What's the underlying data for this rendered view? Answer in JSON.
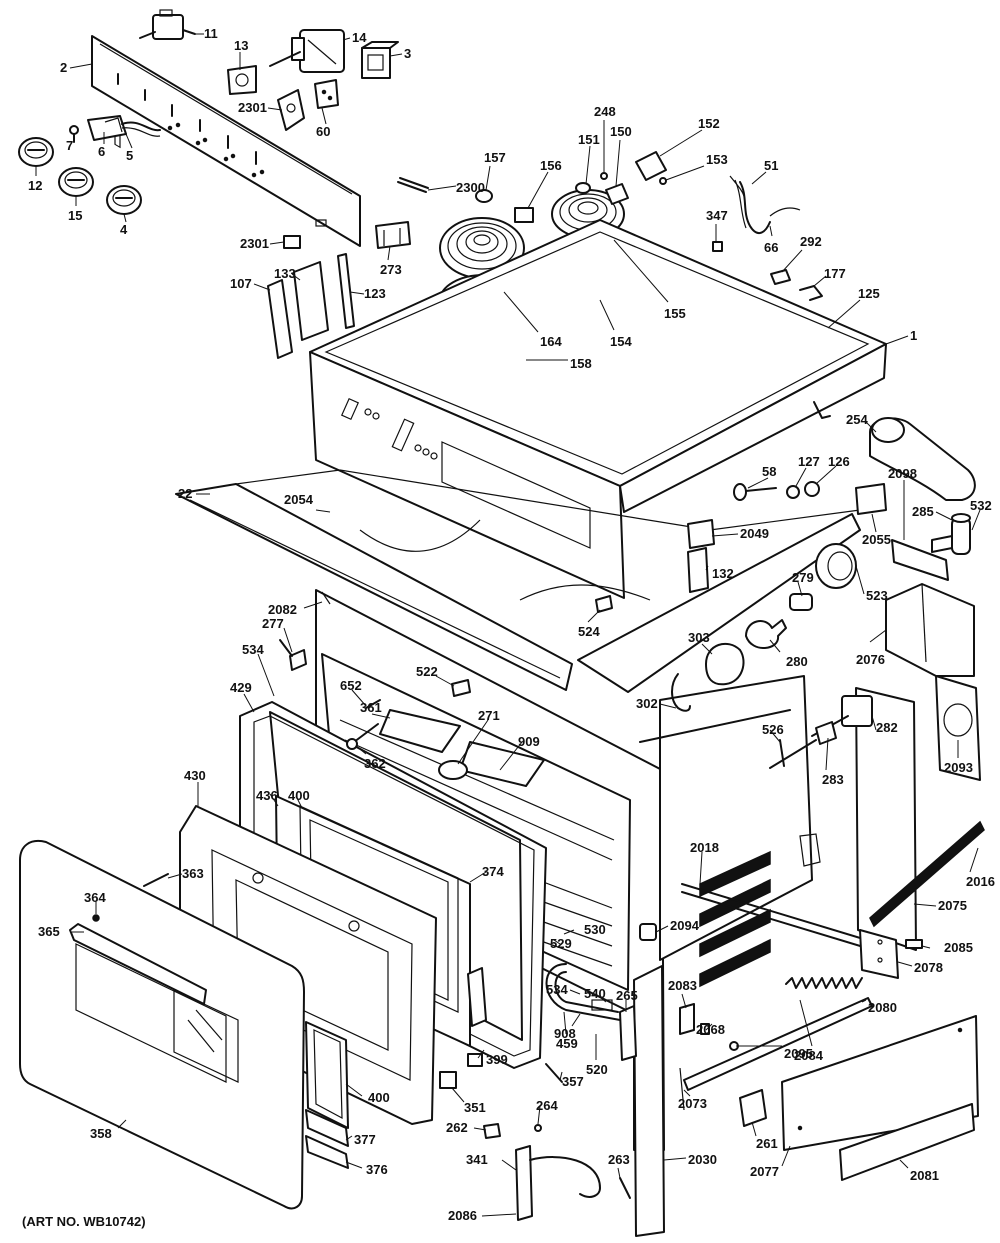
{
  "art_number": "(ART NO. WB10742)",
  "callouts": [
    {
      "id": "c11",
      "text": "11"
    },
    {
      "id": "c14",
      "text": "14"
    },
    {
      "id": "c3",
      "text": "3"
    },
    {
      "id": "c2",
      "text": "2"
    },
    {
      "id": "c13",
      "text": "13"
    },
    {
      "id": "c2301a",
      "text": "2301"
    },
    {
      "id": "c60",
      "text": "60"
    },
    {
      "id": "c7",
      "text": "7"
    },
    {
      "id": "c6",
      "text": "6"
    },
    {
      "id": "c5",
      "text": "5"
    },
    {
      "id": "c12",
      "text": "12"
    },
    {
      "id": "c15",
      "text": "15"
    },
    {
      "id": "c4",
      "text": "4"
    },
    {
      "id": "c248",
      "text": "248"
    },
    {
      "id": "c151",
      "text": "151"
    },
    {
      "id": "c150",
      "text": "150"
    },
    {
      "id": "c152",
      "text": "152"
    },
    {
      "id": "c157",
      "text": "157"
    },
    {
      "id": "c156",
      "text": "156"
    },
    {
      "id": "c153",
      "text": "153"
    },
    {
      "id": "c51",
      "text": "51"
    },
    {
      "id": "c2300",
      "text": "2300"
    },
    {
      "id": "c347",
      "text": "347"
    },
    {
      "id": "c66",
      "text": "66"
    },
    {
      "id": "c292",
      "text": "292"
    },
    {
      "id": "c2301b",
      "text": "2301"
    },
    {
      "id": "c273",
      "text": "273"
    },
    {
      "id": "c107",
      "text": "107"
    },
    {
      "id": "c133",
      "text": "133"
    },
    {
      "id": "c123",
      "text": "123"
    },
    {
      "id": "c177",
      "text": "177"
    },
    {
      "id": "c125",
      "text": "125"
    },
    {
      "id": "c155",
      "text": "155"
    },
    {
      "id": "c154",
      "text": "154"
    },
    {
      "id": "c164",
      "text": "164"
    },
    {
      "id": "c158",
      "text": "158"
    },
    {
      "id": "c1",
      "text": "1"
    },
    {
      "id": "c254",
      "text": "254"
    },
    {
      "id": "c22",
      "text": "22"
    },
    {
      "id": "c2054",
      "text": "2054"
    },
    {
      "id": "c58",
      "text": "58"
    },
    {
      "id": "c127",
      "text": "127"
    },
    {
      "id": "c126",
      "text": "126"
    },
    {
      "id": "c532",
      "text": "532"
    },
    {
      "id": "c2098",
      "text": "2098"
    },
    {
      "id": "c285",
      "text": "285"
    },
    {
      "id": "c2055",
      "text": "2055"
    },
    {
      "id": "c2049",
      "text": "2049"
    },
    {
      "id": "c132",
      "text": "132"
    },
    {
      "id": "c279",
      "text": "279"
    },
    {
      "id": "c523",
      "text": "523"
    },
    {
      "id": "c2082",
      "text": "2082"
    },
    {
      "id": "c277",
      "text": "277"
    },
    {
      "id": "c524",
      "text": "524"
    },
    {
      "id": "c303",
      "text": "303"
    },
    {
      "id": "c280",
      "text": "280"
    },
    {
      "id": "c2076",
      "text": "2076"
    },
    {
      "id": "c534a",
      "text": "534"
    },
    {
      "id": "c522",
      "text": "522"
    },
    {
      "id": "c652",
      "text": "652"
    },
    {
      "id": "c429",
      "text": "429"
    },
    {
      "id": "c361",
      "text": "361"
    },
    {
      "id": "c302",
      "text": "302"
    },
    {
      "id": "c271",
      "text": "271"
    },
    {
      "id": "c282",
      "text": "282"
    },
    {
      "id": "c526",
      "text": "526"
    },
    {
      "id": "c2093",
      "text": "2093"
    },
    {
      "id": "c909",
      "text": "909"
    },
    {
      "id": "c362",
      "text": "362"
    },
    {
      "id": "c283",
      "text": "283"
    },
    {
      "id": "c430",
      "text": "430"
    },
    {
      "id": "c436",
      "text": "436"
    },
    {
      "id": "c400a",
      "text": "400"
    },
    {
      "id": "c374",
      "text": "374"
    },
    {
      "id": "c2018",
      "text": "2018"
    },
    {
      "id": "c2016",
      "text": "2016"
    },
    {
      "id": "c363",
      "text": "363"
    },
    {
      "id": "c2075",
      "text": "2075"
    },
    {
      "id": "c364",
      "text": "364"
    },
    {
      "id": "c530",
      "text": "530"
    },
    {
      "id": "c2094",
      "text": "2094"
    },
    {
      "id": "c365",
      "text": "365"
    },
    {
      "id": "c529",
      "text": "529"
    },
    {
      "id": "c2085",
      "text": "2085"
    },
    {
      "id": "c2078",
      "text": "2078"
    },
    {
      "id": "c2083",
      "text": "2083"
    },
    {
      "id": "c534b",
      "text": "534"
    },
    {
      "id": "c540",
      "text": "540"
    },
    {
      "id": "c265",
      "text": "265"
    },
    {
      "id": "c2068",
      "text": "2068"
    },
    {
      "id": "c2080",
      "text": "2080"
    },
    {
      "id": "c908",
      "text": "908"
    },
    {
      "id": "c2084",
      "text": "2084"
    },
    {
      "id": "c459",
      "text": "459"
    },
    {
      "id": "c2095",
      "text": "2095"
    },
    {
      "id": "c520",
      "text": "520"
    },
    {
      "id": "c399",
      "text": "399"
    },
    {
      "id": "c357",
      "text": "357"
    },
    {
      "id": "c400b",
      "text": "400"
    },
    {
      "id": "c2073",
      "text": "2073"
    },
    {
      "id": "c351",
      "text": "351"
    },
    {
      "id": "c264",
      "text": "264"
    },
    {
      "id": "c261",
      "text": "261"
    },
    {
      "id": "c358",
      "text": "358"
    },
    {
      "id": "c262",
      "text": "262"
    },
    {
      "id": "c377",
      "text": "377"
    },
    {
      "id": "c2077",
      "text": "2077"
    },
    {
      "id": "c376",
      "text": "376"
    },
    {
      "id": "c341",
      "text": "341"
    },
    {
      "id": "c263",
      "text": "263"
    },
    {
      "id": "c2030",
      "text": "2030"
    },
    {
      "id": "c2081",
      "text": "2081"
    },
    {
      "id": "c2086",
      "text": "2086"
    }
  ]
}
